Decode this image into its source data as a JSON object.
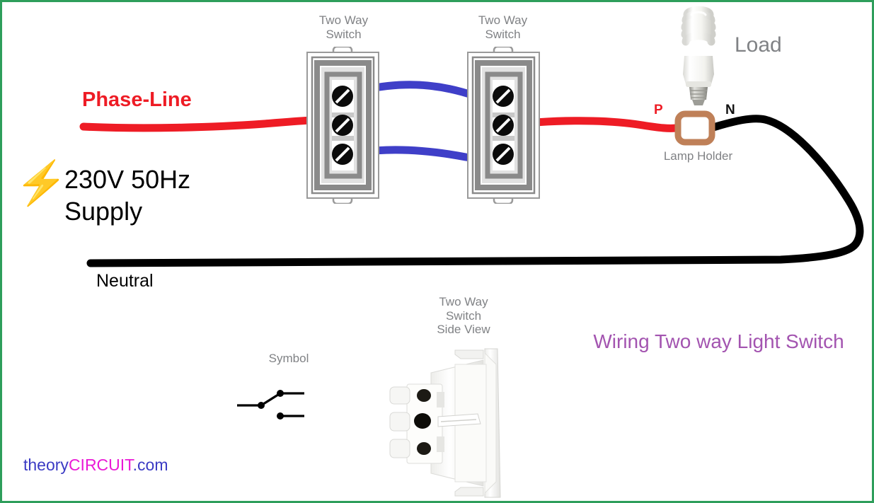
{
  "diagram": {
    "title": "Wiring Two way Light Switch",
    "title_color": "#a354b0",
    "border_color": "#2e9e5b",
    "background": "#ffffff"
  },
  "supply": {
    "bolt_icon": "lightning-bolt-icon",
    "text": "230V 50Hz\nSupply",
    "phase_label": "Phase-Line",
    "phase_color": "#ee1c25",
    "neutral_label": "Neutral",
    "neutral_color": "#000000"
  },
  "switches": [
    {
      "label": "Two Way\nSwitch",
      "position": "left",
      "terminals": [
        "traveler-1",
        "common",
        "traveler-2"
      ]
    },
    {
      "label": "Two Way\nSwitch",
      "position": "right",
      "terminals": [
        "traveler-1",
        "common",
        "traveler-2"
      ]
    }
  ],
  "traveler_wire_color": "#3f3fc8",
  "load": {
    "label": "Load",
    "label_color": "#808285",
    "lamp_type": "cfl-bulb",
    "holder_label": "Lamp Holder",
    "holder_color": "#bf8058",
    "terminal_p": "P",
    "terminal_n": "N"
  },
  "symbol": {
    "label": "Symbol",
    "type": "spdt-switch-symbol"
  },
  "side_view": {
    "label": "Two Way\nSwitch\nSide View",
    "type": "switch-photo-side"
  },
  "watermark": {
    "part_a": "theory",
    "part_b": "CIRCUIT",
    "part_c": ".com",
    "color_a": "#3b3bc4",
    "color_b": "#ea19d6"
  }
}
